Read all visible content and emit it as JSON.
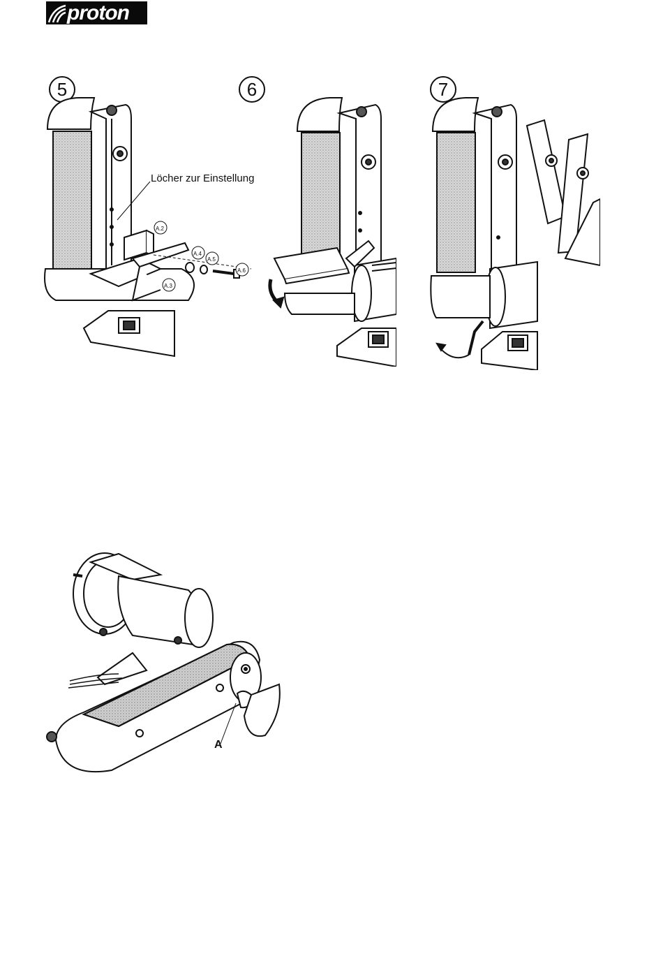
{
  "header": {
    "brand": "proton"
  },
  "figure_5": {
    "step": "5",
    "callout": "Löcher zur Einstellung",
    "parts": [
      "A.2",
      "A.4",
      "A.5",
      "A.6",
      "A.3"
    ]
  },
  "figure_6": {
    "step": "6"
  },
  "figure_7": {
    "step": "7"
  },
  "figure_bottom": {
    "label": "A"
  }
}
